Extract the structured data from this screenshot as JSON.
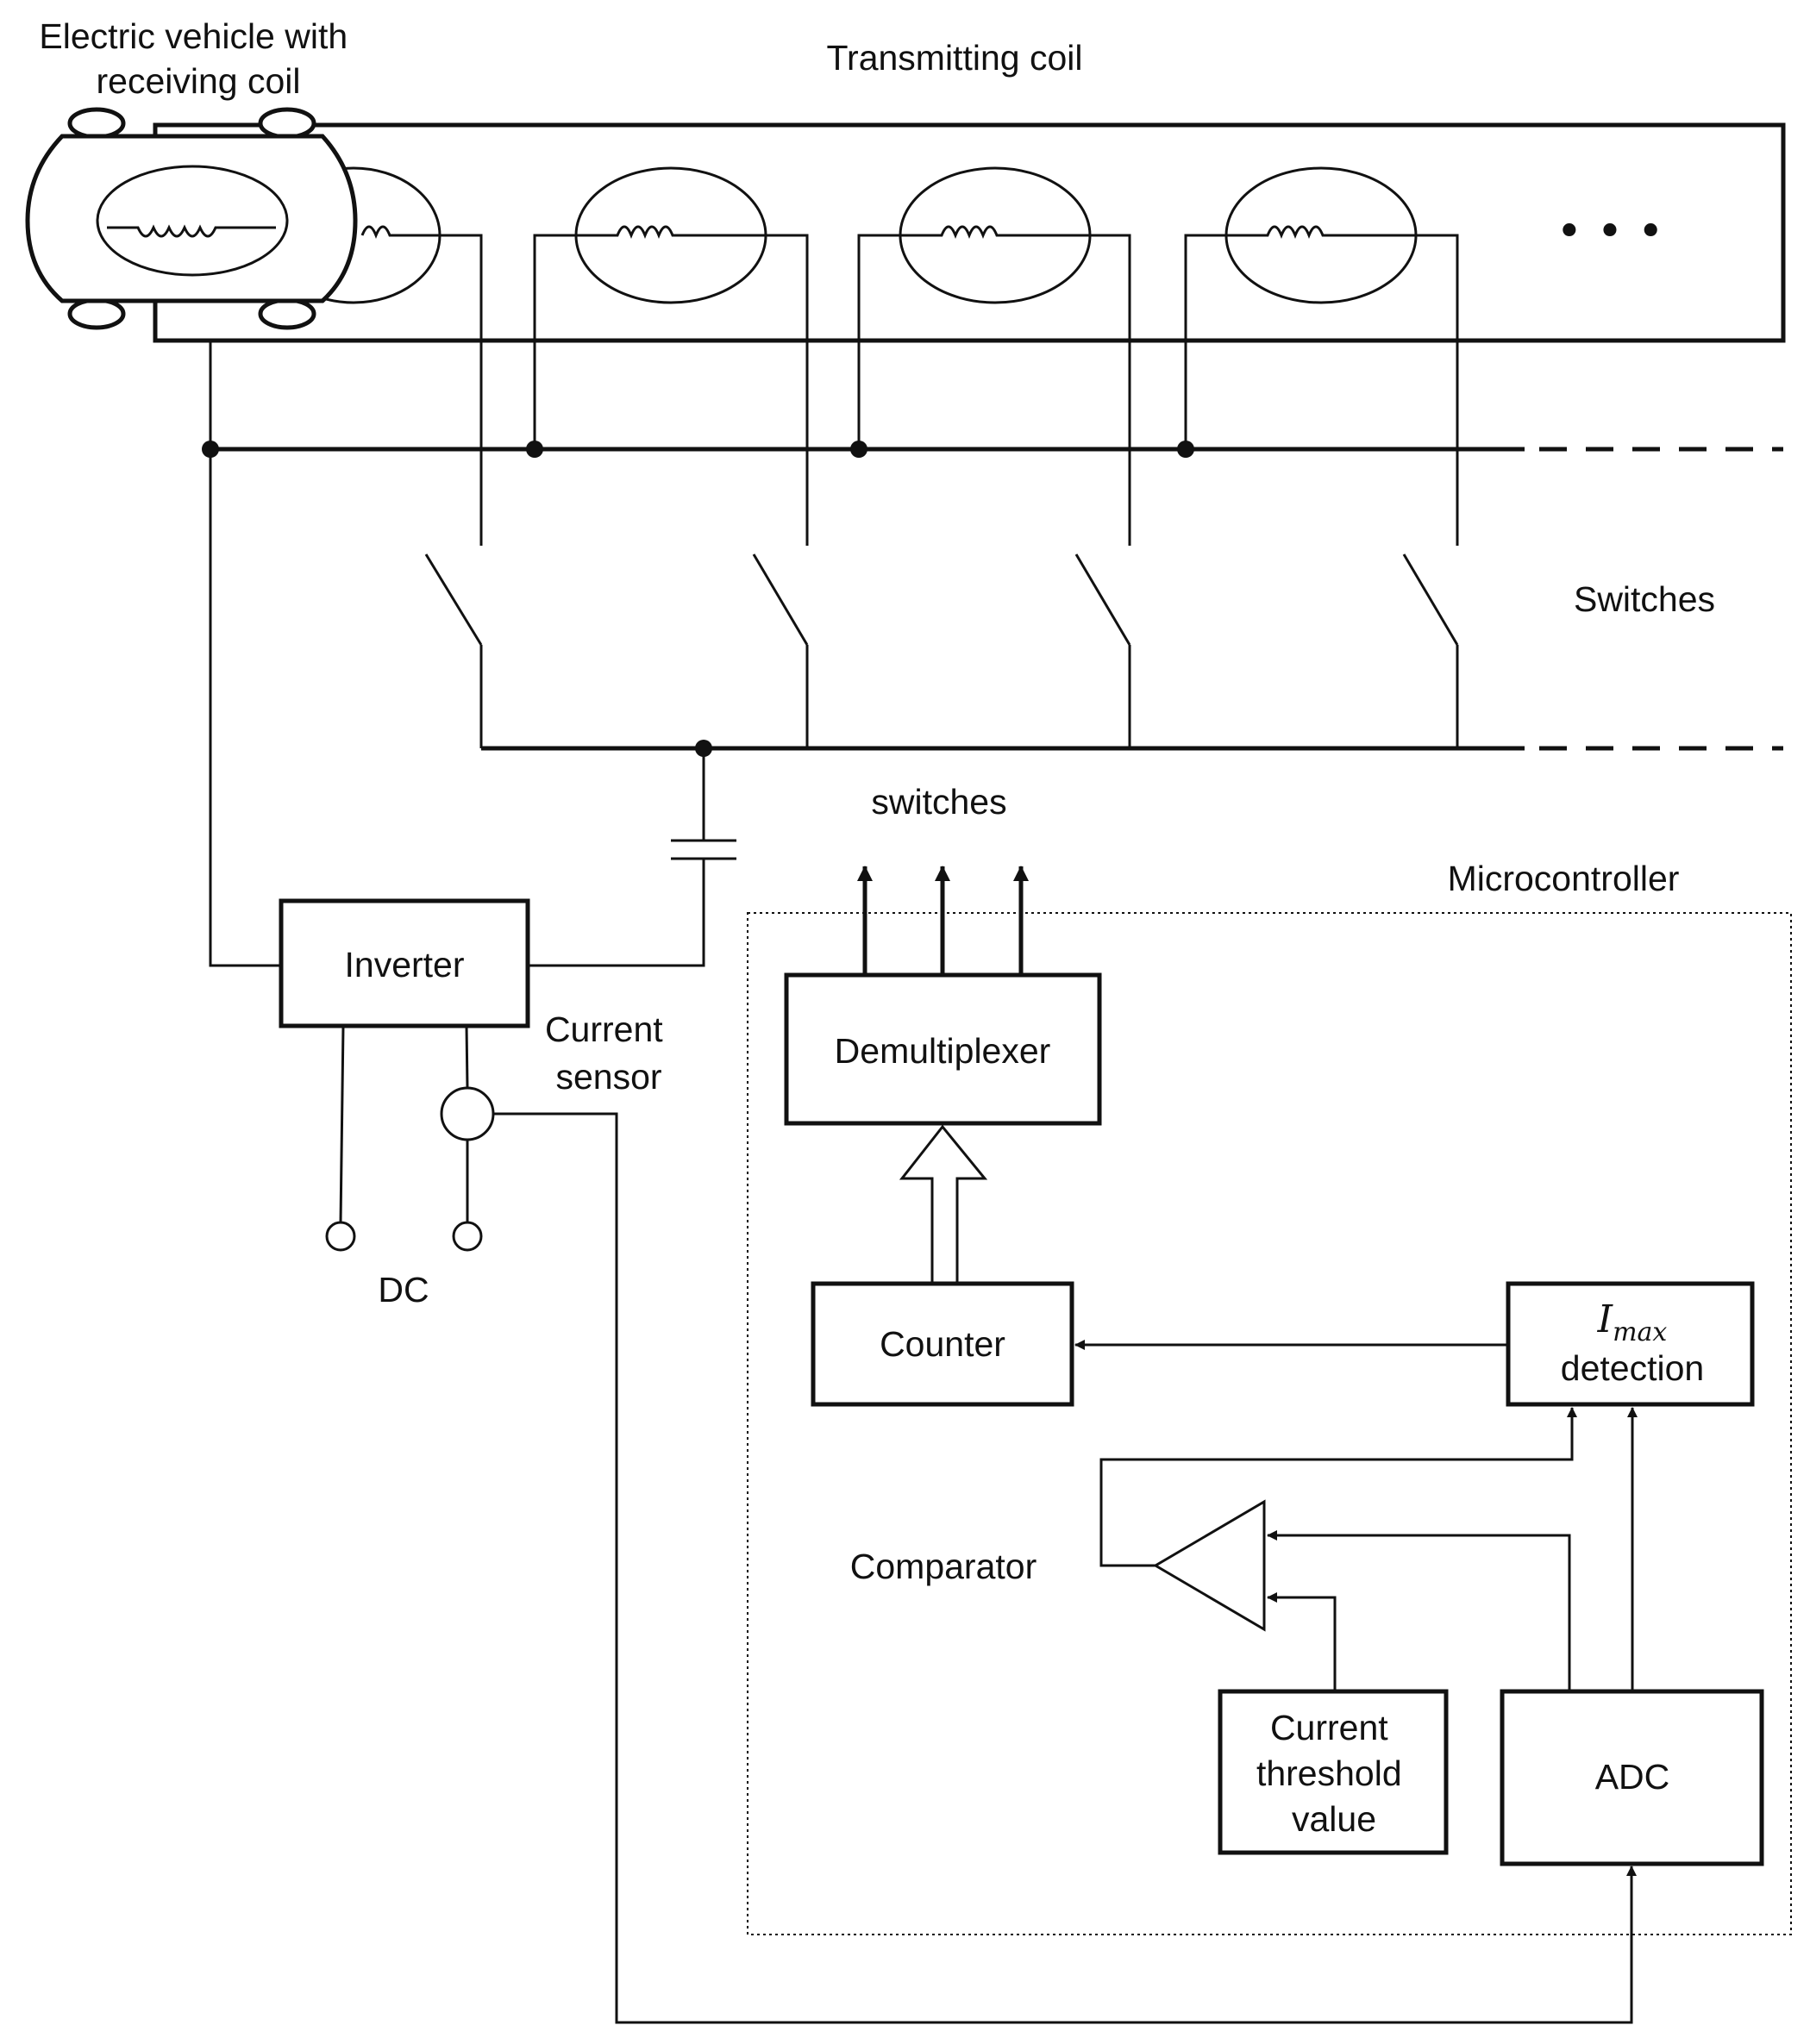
{
  "labels": {
    "ev": [
      "Electric vehicle with",
      "receiving coil"
    ],
    "transmitting_coil": "Transmitting coil",
    "switches_right": "Switches",
    "switches_arrows": "switches",
    "microcontroller": "Microcontroller",
    "current_sensor": [
      "Current",
      "sensor"
    ],
    "dc": "DC",
    "comparator": "Comparator"
  },
  "blocks": {
    "inverter": "Inverter",
    "demultiplexer": "Demultiplexer",
    "counter": "Counter",
    "imax": {
      "symbol": "I",
      "subscript": "max",
      "text": "detection"
    },
    "threshold": [
      "Current",
      "threshold",
      "value"
    ],
    "adc": "ADC"
  },
  "ellipsis": "• • •"
}
